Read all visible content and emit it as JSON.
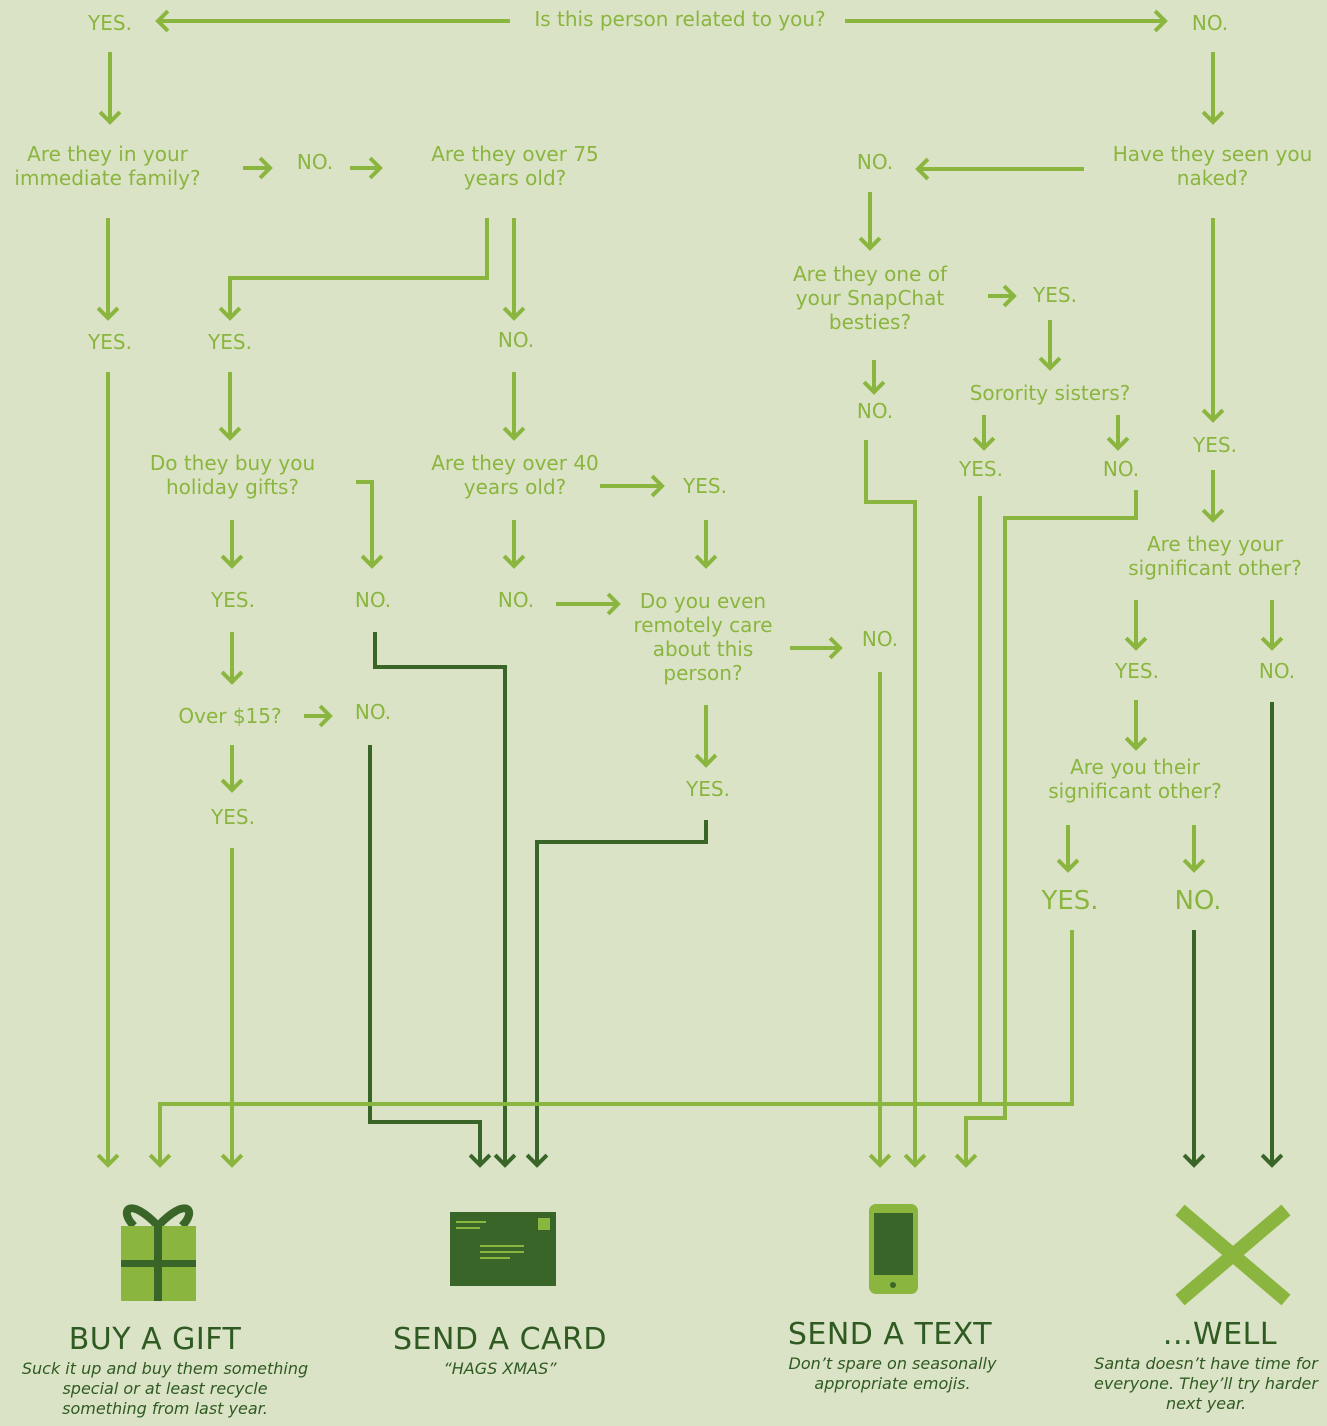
{
  "colors": {
    "background": "#dbe3c7",
    "light_green": "#8ab53e",
    "dark_green": "#3a6528",
    "title": "#2f5a22"
  },
  "question": "Is this person related to you?",
  "q_immediate_family": "Are they in your immediate family?",
  "q_over_75": "Are they over 75 years old?",
  "q_buy_gifts": "Do they buy you holiday gifts?",
  "q_over_40": "Are they over 40 years old?",
  "q_care": "Do you even remotely care about this person?",
  "q_over_15": "Over $15?",
  "q_seen_naked": "Have they seen you naked?",
  "q_snapchat": "Are they one of your SnapChat besties?",
  "q_sorority": "Sorority sisters?",
  "q_their_so": "Are they your significant other?",
  "q_your_so": "Are you their significant other?",
  "yes_label": "YES.",
  "no_label": "NO.",
  "outcomes": {
    "gift": {
      "title": "BUY A GIFT",
      "desc": "Suck it up and buy them something special or at least recycle something from last year.",
      "icon": "gift-icon"
    },
    "card": {
      "title": "SEND A CARD",
      "desc": "“HAGS XMAS”",
      "icon": "envelope-icon"
    },
    "text": {
      "title": "SEND A TEXT",
      "desc": "Don’t spare on seasonally appropriate emojis.",
      "icon": "phone-icon"
    },
    "well": {
      "title": "...WELL",
      "desc": "Santa doesn’t have time for everyone. They’ll try harder next year.",
      "icon": "x-icon"
    }
  }
}
